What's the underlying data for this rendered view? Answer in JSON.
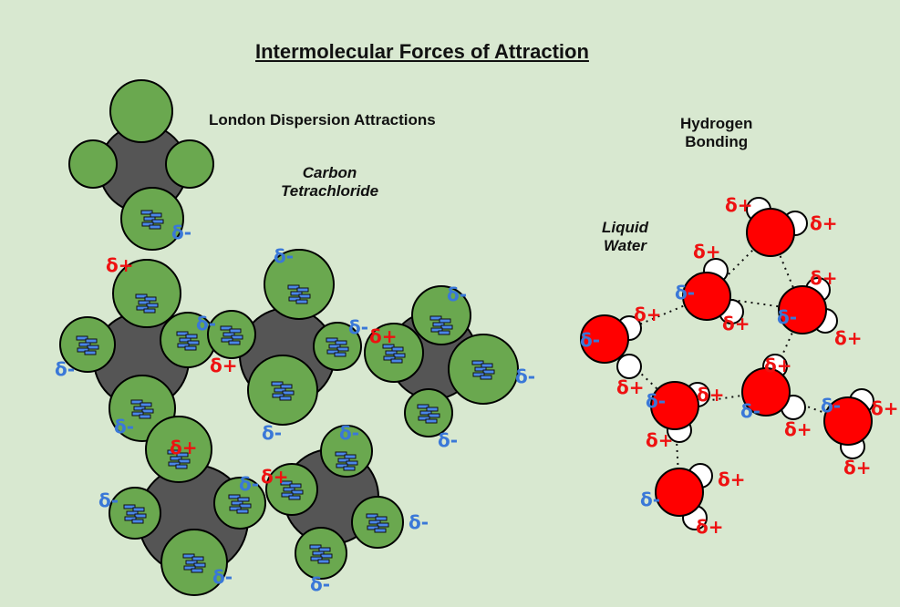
{
  "title": "Intermolecular Forces of Attraction",
  "london_label": "London Dispersion Attractions",
  "hbond_label_line1": "Hydrogen",
  "hbond_label_line2": "Bonding",
  "ccl4_label_line1": "Carbon",
  "ccl4_label_line2": "Tetrachloride",
  "water_label_line1": "Liquid",
  "water_label_line2": "Water",
  "partial_positive": "δ+",
  "partial_negative": "δ-",
  "colors": {
    "background": "#d8e8d0",
    "chlorine": "#6aa84f",
    "carbon": "#555555",
    "oxygen": "#ff0000",
    "hydrogen": "#ffffff",
    "electron": "#4a86e8",
    "delta_plus": "#ee1111",
    "delta_minus": "#3a78d8"
  }
}
